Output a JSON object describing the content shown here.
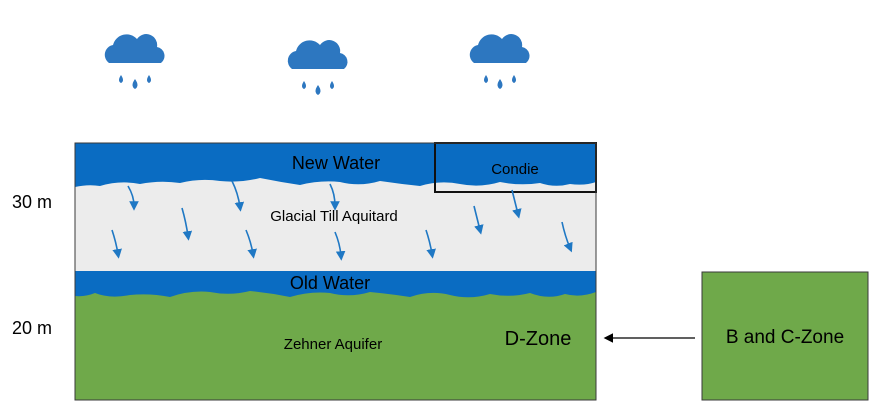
{
  "layers": {
    "new_water": "New Water",
    "glacial_till": "Glacial Till Aquitard",
    "old_water": "Old Water",
    "zehner_aquifer": "Zehner Aquifer"
  },
  "zones": {
    "condie": "Condie",
    "d_zone": "D-Zone",
    "bc_zone": "B and C-Zone"
  },
  "depth_labels": {
    "upper": "30 m",
    "lower": "20 m"
  },
  "colors": {
    "water": "#0a6cc2",
    "till": "#ececec",
    "aquifer": "#6fa94a",
    "cloud": "#2d77c0",
    "arrow": "#1f78c4"
  },
  "icons": [
    "rain-cloud-icon",
    "rain-cloud-icon",
    "rain-cloud-icon"
  ]
}
